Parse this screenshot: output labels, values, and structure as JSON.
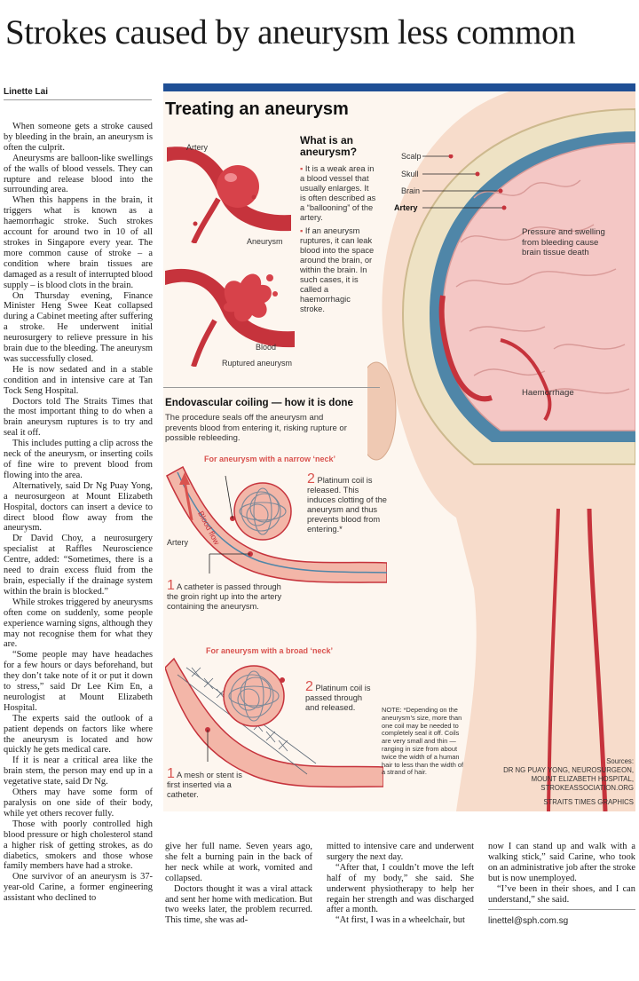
{
  "headline": "Strokes caused by aneurysm less common",
  "byline": "Linette Lai",
  "body_paragraphs": [
    "When someone gets a stroke caused by bleeding in the brain, an aneurysm is often the culprit.",
    "Aneurysms are balloon-like swellings of the walls of blood vessels. They can rupture and release blood into the surrounding area.",
    "When this happens in the brain, it triggers what is known as a haemorrhagic stroke. Such strokes account for around two in 10 of all strokes in Singapore every year. The more common cause of stroke – a condition where brain tissues are damaged as a result of interrupted blood supply – is blood clots in the brain.",
    "On Thursday evening, Finance Minister Heng Swee Keat collapsed during a Cabinet meeting after suffering a stroke. He underwent initial neurosurgery to relieve pressure in his brain due to the bleeding. The aneurysm was successfully closed.",
    "He is now sedated and in a stable condition and in intensive care at Tan Tock Seng Hospital.",
    "Doctors told The Straits Times that the most important thing to do when a brain aneurysm ruptures is to try and seal it off.",
    "This includes putting a clip across the neck of the aneurysm, or inserting coils of fine wire to prevent blood from flowing into the area.",
    "Alternatively, said Dr Ng Puay Yong, a neurosurgeon at Mount Elizabeth Hospital, doctors can insert a device to direct blood flow away from the aneurysm.",
    "Dr David Choy, a neurosurgery specialist at Raffles Neuroscience Centre, added: “Sometimes, there is a need to drain excess fluid from the brain, especially if the drainage system within the brain is blocked.”",
    "While strokes triggered by aneurysms often come on suddenly, some people experience warning signs, although they may not recognise them for what they are.",
    "“Some people may have headaches for a few hours or days beforehand, but they don’t take note of it or put it down to stress,” said Dr Lee Kim En, a neurologist at Mount Elizabeth Hospital.",
    "The experts said the outlook of a patient depends on factors like where the aneurysm is located and how quickly he gets medical care.",
    "If it is near a critical area like the brain stem, the person may end up in a vegetative state, said Dr Ng.",
    "Others may have some form of paralysis on one side of their body, while yet others recover fully.",
    "Those with poorly controlled high blood pressure or high cholesterol stand a higher risk of getting strokes, as do diabetics, smokers and those whose family members have had a stroke.",
    "One survivor of an aneurysm is 37-year-old Carine, a former engineering assistant who declined to"
  ],
  "bottom_columns": [
    [
      "give her full name. Seven years ago, she felt a burning pain in the back of her neck while at work, vomited and collapsed.",
      "Doctors thought it was a viral attack and sent her home with medication. But two weeks later, the problem recurred. This time, she was ad-"
    ],
    [
      "mitted to intensive care and underwent surgery the next day.",
      "“After that, I couldn’t move the left half of my body,” she said. She underwent physiotherapy to help her regain her strength and was discharged after a month.",
      "“At first, I was in a wheelchair, but"
    ],
    [
      "now I can stand up and walk with a walking stick,” said Carine, who took on an administrative job after the stroke but is now unemployed.",
      "“I’ve been in their shoes, and I can understand,” she said."
    ]
  ],
  "email": "linettel@sph.com.sg",
  "graphic": {
    "title": "Treating an aneurysm",
    "artery_label": "Artery",
    "aneurysm_label": "Aneurysm",
    "blood_label": "Blood",
    "ruptured_label": "Ruptured aneurysm",
    "what_is_heading": "What is an aneurysm?",
    "what_is_points": [
      "It is a weak area in a blood vessel that usually enlarges. It is often described as a “ballooning” of the artery.",
      "If an aneurysm ruptures, it can leak blood into the space around the brain, or within the brain. In such cases, it is called a haemorrhagic stroke."
    ],
    "head_labels": {
      "scalp": "Scalp",
      "skull": "Skull",
      "brain": "Brain",
      "artery": "Artery"
    },
    "pressure_label": "Pressure and swelling from bleeding cause brain tissue death",
    "haemorrhage_label": "Haemorrhage",
    "coiling_heading": "Endovascular coiling — how it is done",
    "coiling_intro": "The procedure seals off the aneurysm and prevents blood from entering it, risking rupture or possible rebleeding.",
    "narrow": {
      "heading": "For aneurysm with a narrow ‘neck’",
      "blood_flow": "Blood flow",
      "artery": "Artery",
      "step1_num": "1",
      "step1": "A catheter is passed through the groin right up into the artery containing the aneurysm.",
      "step2_num": "2",
      "step2": "Platinum coil is released. This induces clotting of the aneurysm and thus prevents blood from entering.*"
    },
    "broad": {
      "heading": "For aneurysm with a broad ‘neck’",
      "step1_num": "1",
      "step1": "A mesh or stent is first inserted via a catheter.",
      "step2_num": "2",
      "step2": "Platinum coil is passed through and released."
    },
    "note": "NOTE: *Depending on the aneurysm’s size, more than one coil may be needed to completely seal it off. Coils are very small and thin — ranging in size from about twice the width of a human hair to less than the width of a strand of hair.",
    "sources_label": "Sources:",
    "sources_lines": [
      "DR NG PUAY YONG, NEUROSURGEON,",
      "MOUNT ELIZABETH HOSPITAL,",
      "STROKEASSOCIATION.ORG"
    ],
    "credit": "STRAITS TIMES GRAPHICS",
    "colors": {
      "bar": "#1f4f95",
      "accent": "#d9534f",
      "artery": "#c6333c",
      "brain": "#f4c7c5",
      "skull": "#eee2c4"
    }
  }
}
